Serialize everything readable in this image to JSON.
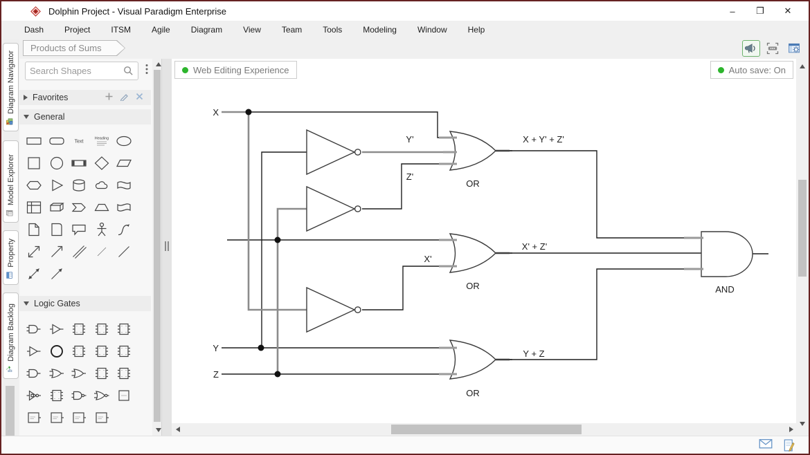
{
  "window": {
    "title": "Dolphin Project - Visual Paradigm Enterprise",
    "controls": {
      "minimize": "–",
      "maximize": "❐",
      "close": "✕"
    }
  },
  "menu": {
    "items": [
      "Dash",
      "Project",
      "ITSM",
      "Agile",
      "Diagram",
      "View",
      "Team",
      "Tools",
      "Modeling",
      "Window",
      "Help"
    ]
  },
  "breadcrumb": {
    "label": "Products of Sums"
  },
  "toolbar_icons": [
    "announcement-icon",
    "fit-to-window-icon",
    "panel-settings-icon"
  ],
  "sidebar": {
    "tabs": [
      {
        "label": "Diagram Navigator",
        "icon": "diagram-navigator-icon"
      },
      {
        "label": "Model Explorer",
        "icon": "model-explorer-icon"
      },
      {
        "label": "Property",
        "icon": "property-icon"
      },
      {
        "label": "Diagram Backlog",
        "icon": "diagram-backlog-icon"
      }
    ]
  },
  "palette": {
    "search_placeholder": "Search Shapes",
    "sections": {
      "favorites": "Favorites",
      "general": "General",
      "logic": "Logic Gates"
    },
    "favorites_actions": [
      "add-icon",
      "edit-icon",
      "close-small-icon"
    ],
    "text_shape_label": "Text",
    "heading_shape_label": "Heading",
    "general_shapes": [
      "rectangle",
      "rounded-rectangle",
      "text-shape",
      "heading-shape",
      "ellipse",
      "square",
      "circle",
      "framed-rectangle",
      "diamond",
      "parallelogram",
      "hexagon",
      "triangle-right",
      "cylinder",
      "cloud",
      "flag",
      "table",
      "cube",
      "chevron",
      "trapezoid",
      "wave",
      "document",
      "rounded-page",
      "callout",
      "actor",
      "curve-arrow",
      "arrow-both-diagonal",
      "arrow-open-diagonal",
      "double-line",
      "thin-line",
      "diagonal-line",
      "arrow-line-both",
      "arrow-line"
    ],
    "logic_shapes": [
      "and-gate",
      "buffer-gate",
      "ic-chip",
      "ic-chip",
      "ic-chip",
      "buffer-gate",
      "state-circle",
      "ic-chip",
      "ic-chip",
      "ic-chip",
      "and-gate",
      "or-gate",
      "or-gate",
      "ic-chip",
      "ic-chip",
      "not-gate",
      "ic-chip",
      "nand-gate",
      "nor-gate",
      "small-box",
      "labeled-box",
      "labeled-box",
      "labeled-box",
      "labeled-box"
    ]
  },
  "canvas": {
    "web_editing_badge": "Web Editing Experience",
    "autosave_badge": "Auto save: On",
    "diagram": {
      "inputs": {
        "x": "X",
        "y": "Y",
        "z": "Z"
      },
      "signals": {
        "y_not": "Y'",
        "z_not": "Z'",
        "x_not": "X'"
      },
      "outputs": {
        "or1": "X + Y' + Z'",
        "or2": "X' + Z'",
        "or3": "Y + Z"
      },
      "gates": {
        "or1": "OR",
        "or2": "OR",
        "or3": "OR",
        "and": "AND"
      }
    }
  },
  "statusbar_icons": [
    "mail-icon",
    "edit-doc-icon"
  ],
  "colors": {
    "status_green": "#2db52d",
    "window_border": "#662222",
    "icon_blue": "#6a97c8",
    "wire_black": "#1f1f1f",
    "wire_gray": "#8c8c8c"
  }
}
